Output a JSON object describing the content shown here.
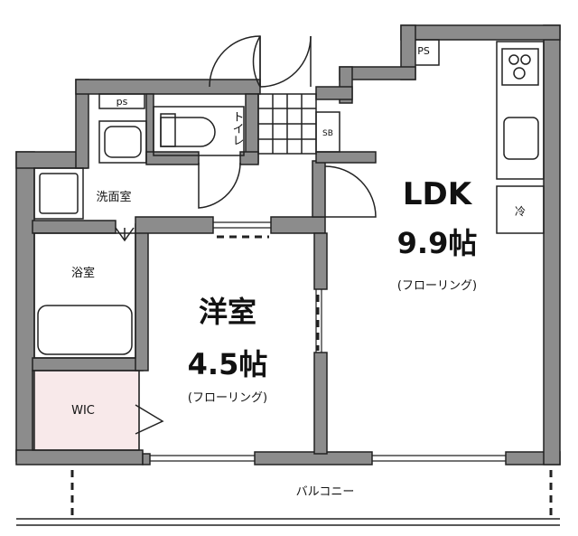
{
  "rooms": {
    "ldk": {
      "name": "LDK",
      "size": "9.9帖",
      "floor": "(フローリング)"
    },
    "western": {
      "name": "洋室",
      "size": "4.5帖",
      "floor": "(フローリング)"
    },
    "washroom": {
      "name": "洗面室"
    },
    "bathroom": {
      "name": "浴室"
    },
    "wic": {
      "name": "WIC"
    },
    "toilet": {
      "name": "トイレ"
    },
    "balcony": {
      "name": "バルコニー"
    }
  },
  "fixtures": {
    "ps_top": "PS",
    "ps_left": "ps",
    "sb": "SB",
    "fridge": "冷"
  },
  "colors": {
    "wall": "#8c8c8c",
    "wic_fill": "#f8e9ea",
    "line": "#222222"
  }
}
